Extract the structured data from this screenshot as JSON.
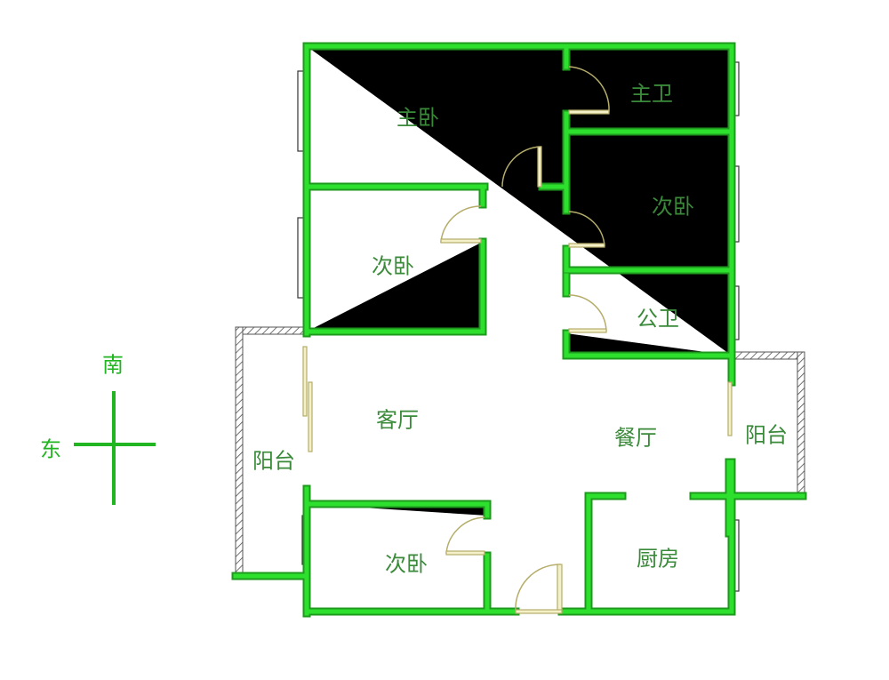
{
  "rooms": {
    "master_bedroom": "主卧",
    "master_bath": "主卫",
    "bedroom_right": "次卧",
    "bedroom_left": "次卧",
    "public_bath": "公卫",
    "living_room": "客厅",
    "dining_room": "餐厅",
    "balcony_left": "阳台",
    "balcony_right": "阳台",
    "bedroom_bottom": "次卧",
    "kitchen": "厨房"
  },
  "compass": {
    "south": "南",
    "east": "东"
  },
  "colors": {
    "wall": "#2ee02e",
    "wall_edge": "#1d9a1d",
    "label": "#3a8a3a"
  }
}
